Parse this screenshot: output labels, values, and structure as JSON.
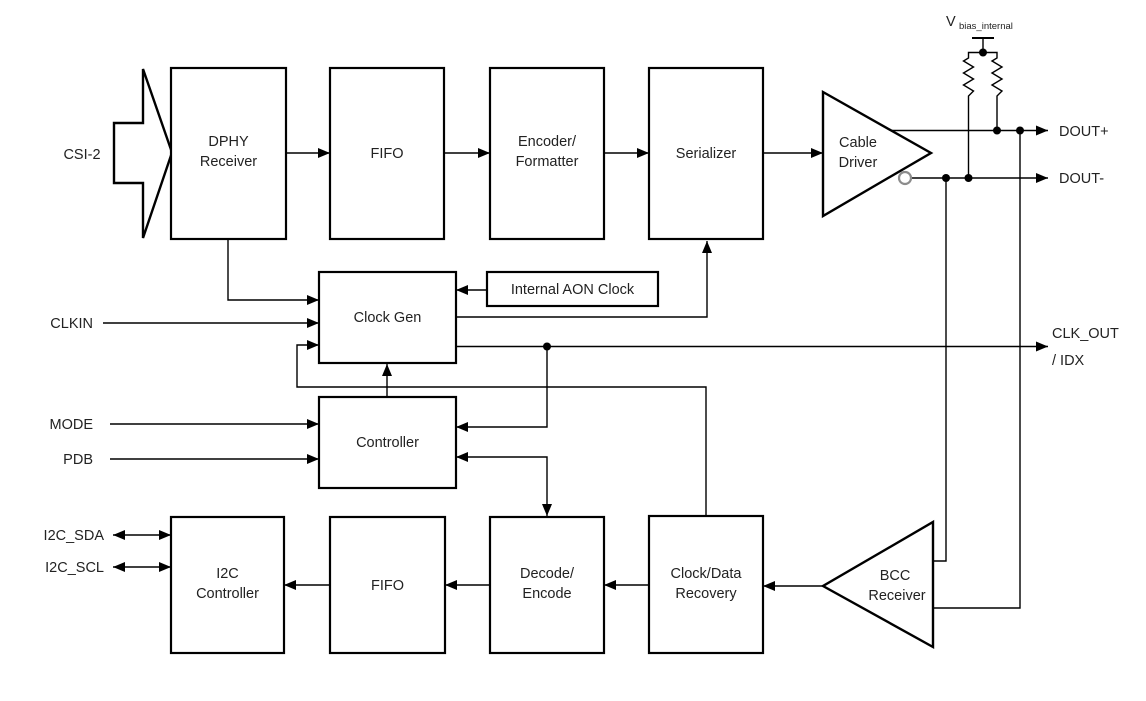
{
  "page": {
    "background": "#ffffff",
    "line_color": "#000000",
    "text_color": "#222222",
    "bubble_color": "#8c8c8c"
  },
  "blocks": {
    "dphy_receiver": {
      "line1": "DPHY",
      "line2": "Receiver"
    },
    "fifo_top": {
      "label": "FIFO"
    },
    "encoder_formatter": {
      "line1": "Encoder/",
      "line2": "Formatter"
    },
    "serializer": {
      "label": "Serializer"
    },
    "cable_driver": {
      "line1": "Cable",
      "line2": "Driver"
    },
    "clock_gen": {
      "label": "Clock Gen"
    },
    "internal_aon_clock": {
      "label": "Internal AON Clock"
    },
    "controller": {
      "label": "Controller"
    },
    "i2c_controller": {
      "line1": "I2C",
      "line2": "Controller"
    },
    "fifo_bottom": {
      "label": "FIFO"
    },
    "decode_encode": {
      "line1": "Decode/",
      "line2": "Encode"
    },
    "clock_data_recovery": {
      "line1": "Clock/Data",
      "line2": "Recovery"
    },
    "bcc_receiver": {
      "line1": "BCC",
      "line2": "Receiver"
    }
  },
  "pins": {
    "csi2": "CSI-2",
    "clkin": "CLKIN",
    "mode": "MODE",
    "pdb": "PDB",
    "i2c_sda": "I2C_SDA",
    "i2c_scl": "I2C_SCL",
    "vbias_main": "V",
    "vbias_subscript": "bias_internal",
    "dout_plus": "DOUT+",
    "dout_minus": "DOUT-",
    "clk_out": "CLK_OUT",
    "clk_out_alt": "/ IDX"
  }
}
